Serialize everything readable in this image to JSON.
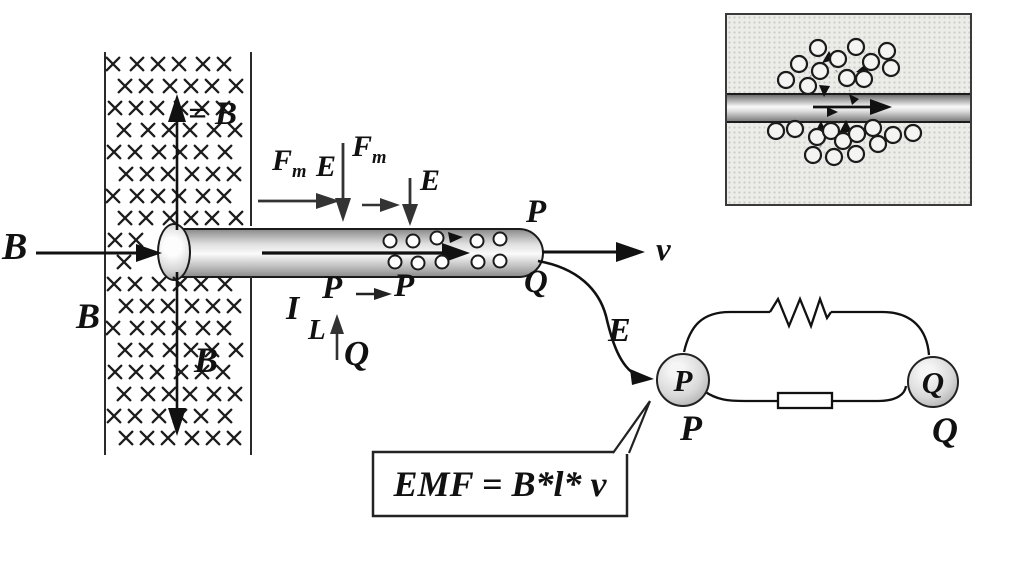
{
  "figure": {
    "type": "physics-diagram",
    "topic": "Motional EMF: conducting rod moving with velocity v through a magnetic field B (into the page), connected to an external circuit P-Q"
  },
  "field_labels": {
    "b_incoming": "B",
    "b_side": "B",
    "b_arrow_up": "= B",
    "b_arrow_down": "B"
  },
  "force_labels": {
    "fm1_base": "F",
    "fm1_sub": "m",
    "e1": "E",
    "fm2_base": "F",
    "fm2_sub": "m",
    "e2": "E"
  },
  "rod_labels": {
    "p_end": "P",
    "q_end": "Q",
    "velocity": "v",
    "current": "I",
    "length": "L",
    "p_from": "P",
    "p_to": "P",
    "charge_q": "Q",
    "e_field": "E"
  },
  "circuit_labels": {
    "p_node": "P",
    "q_node": "Q",
    "p_below": "P",
    "q_below": "Q"
  },
  "formula": {
    "emf": "EMF = B*l* v"
  },
  "colors": {
    "ink": "#111111",
    "background": "#ffffff",
    "inset_bg": "#ecece9"
  }
}
